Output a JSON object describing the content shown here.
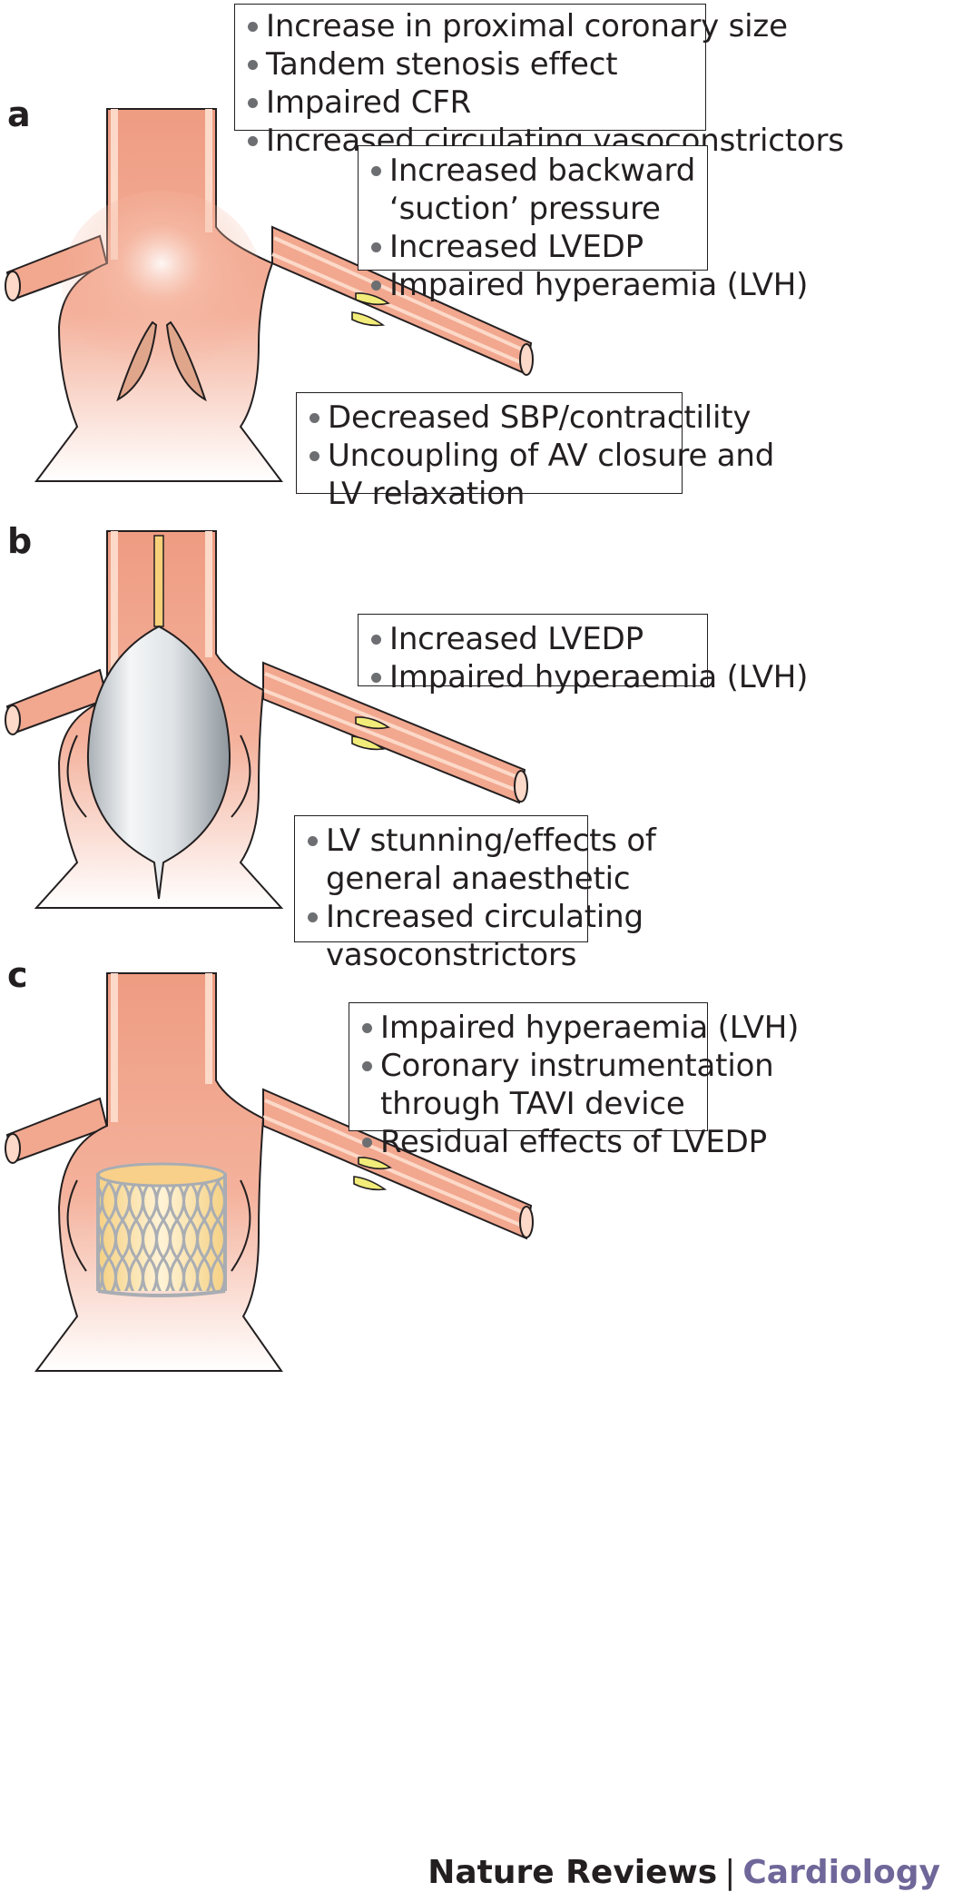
{
  "colors": {
    "vessel_fill": "#f2a78f",
    "vessel_wall": "#fcd9c8",
    "outline": "#231f20",
    "plaque": "#f2ec7a",
    "balloon": "#d9dde0",
    "stent_frame": "#c9ccd1",
    "valve_leaflet": "#f8d89e",
    "brand_accent": "#6f6799",
    "bullet": "#6d6e71"
  },
  "panels": [
    {
      "letter": "a",
      "boxes": [
        {
          "items": [
            [
              "Increase in proximal coronary size"
            ],
            [
              "Tandem stenosis effect"
            ],
            [
              "Impaired CFR"
            ],
            [
              "Increased circulating vasoconstrictors"
            ]
          ]
        },
        {
          "items": [
            [
              "Increased backward",
              "‘suction’ pressure"
            ],
            [
              "Increased LVEDP"
            ],
            [
              "Impaired hyperaemia (LVH)"
            ]
          ]
        },
        {
          "items": [
            [
              "Decreased SBP/contractility"
            ],
            [
              "Uncoupling of AV closure and",
              "LV relaxation"
            ]
          ]
        }
      ]
    },
    {
      "letter": "b",
      "boxes": [
        {
          "items": [
            [
              "Increased LVEDP"
            ],
            [
              "Impaired hyperaemia (LVH)"
            ]
          ]
        },
        {
          "items": [
            [
              "LV stunning/effects of",
              "general anaesthetic"
            ],
            [
              "Increased circulating",
              "vasoconstrictors"
            ]
          ]
        }
      ]
    },
    {
      "letter": "c",
      "boxes": [
        {
          "items": [
            [
              "Impaired hyperaemia  (LVH)"
            ],
            [
              "Coronary instrumentation",
              "through TAVI device"
            ],
            [
              "Residual effects of LVEDP"
            ]
          ]
        }
      ]
    }
  ],
  "footer": {
    "journal": "Nature Reviews",
    "separator": "|",
    "subject": "Cardiology"
  }
}
